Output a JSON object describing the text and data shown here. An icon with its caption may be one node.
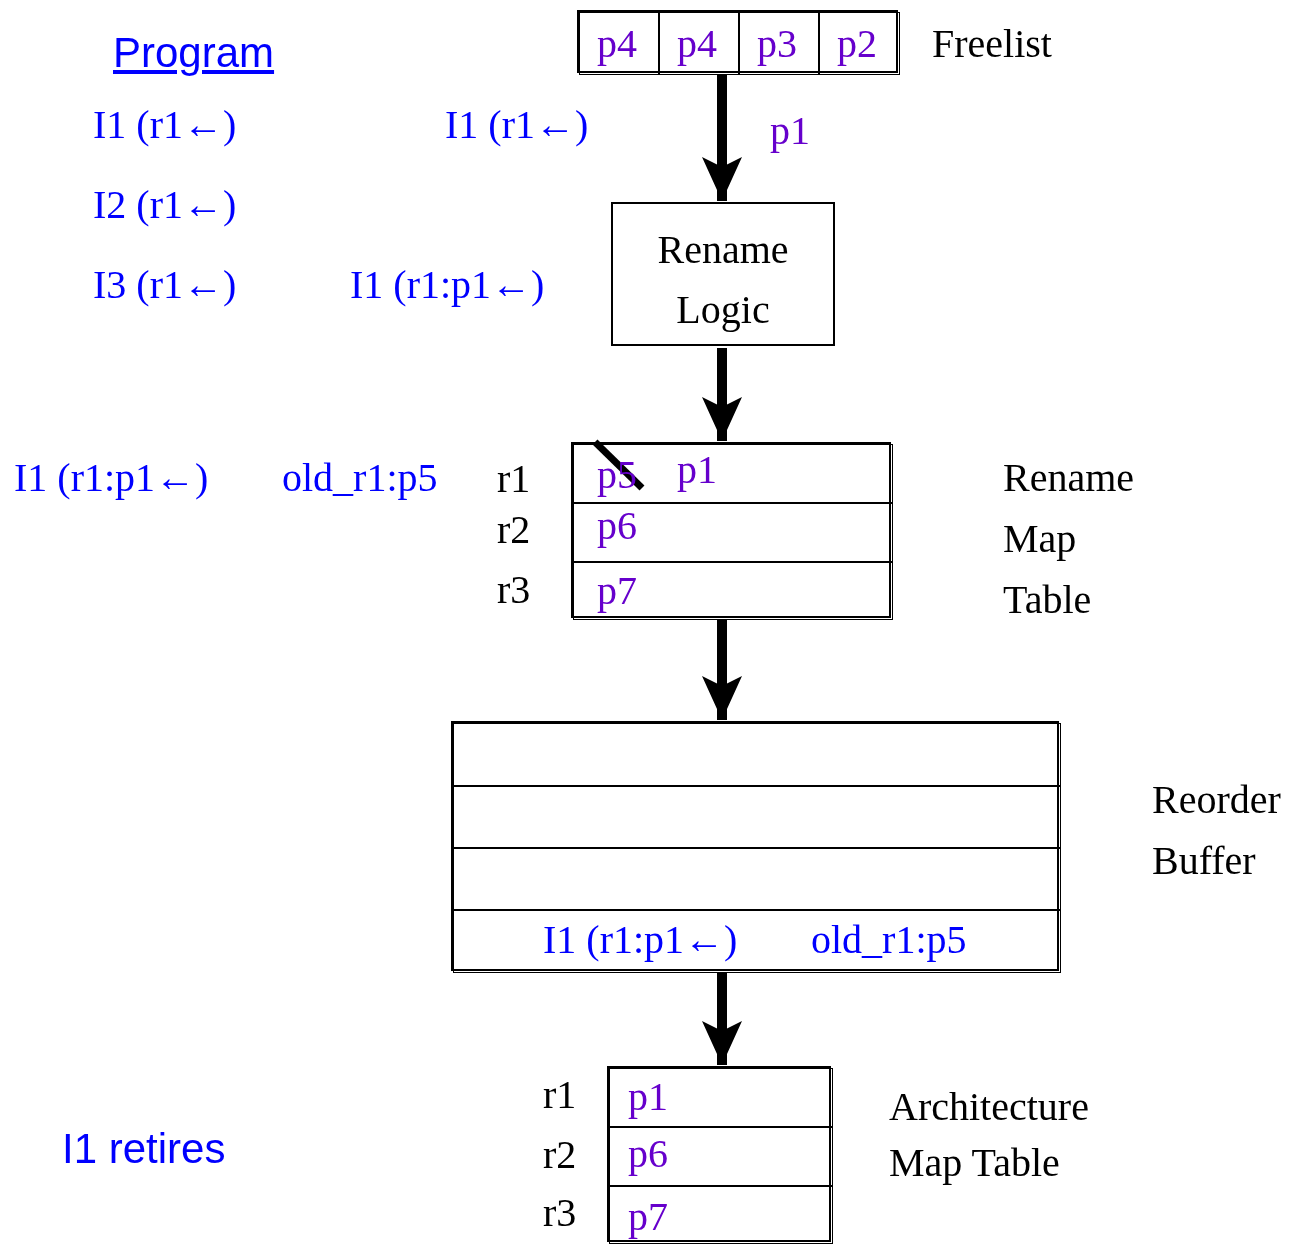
{
  "diagram": {
    "nodes": [
      {
        "text": [
          "Freelist"
        ]
      },
      {
        "text": [
          "p4"
        ],
        "in": 0
      },
      {
        "text": [
          "p4"
        ],
        "in": 0
      },
      {
        "text": [
          "p3"
        ],
        "in": 0
      },
      {
        "text": [
          "p2"
        ],
        "in": 0
      },
      {
        "text": [
          "Rename Logic"
        ]
      },
      {
        "text": [
          "Rename Map Table"
        ]
      },
      {
        "text": [
          "p5",
          "p1"
        ],
        "in": 6,
        "beside": [
          "r1"
        ]
      },
      {
        "text": [
          "p6"
        ],
        "in": 6,
        "beside": [
          "r2"
        ]
      },
      {
        "text": [
          "p7"
        ],
        "in": 6,
        "beside": [
          "r3"
        ]
      },
      {
        "text": [
          "Reorder Buffer"
        ]
      },
      {
        "text": [],
        "shape": "box",
        "in": 10
      },
      {
        "text": [],
        "shape": "box",
        "in": 10
      },
      {
        "text": [],
        "shape": "box",
        "in": 10
      },
      {
        "text": [
          "I1 (r1:p1←)",
          "old_r1:p5"
        ],
        "in": 10
      },
      {
        "text": [
          "Architecture Map Table"
        ]
      },
      {
        "text": [
          "p1"
        ],
        "in": 15,
        "beside": [
          "r1"
        ]
      },
      {
        "text": [
          "p6"
        ],
        "in": 15,
        "beside": [
          "r2"
        ]
      },
      {
        "text": [
          "p7"
        ],
        "in": 15,
        "beside": [
          "r3"
        ]
      }
    ],
    "edges": [
      {
        "from": 0,
        "to": 5,
        "arrow": "to",
        "label": "p1"
      },
      {
        "from": 5,
        "to": 6,
        "arrow": "to"
      },
      {
        "from": 6,
        "to": 10,
        "arrow": "to"
      },
      {
        "from": 10,
        "to": 15,
        "arrow": "to"
      }
    ],
    "labels": [
      "Program",
      "I1 (r1←)",
      "I1 (r1←)",
      "I2 (r1←)",
      "I3 (r1←)",
      "I1 (r1:p1←)",
      "I1 (r1:p1←)",
      "old_r1:p5",
      "I1 retires"
    ]
  }
}
